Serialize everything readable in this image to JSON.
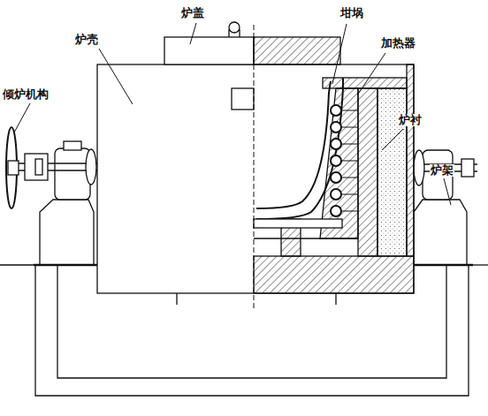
{
  "diagram": {
    "labels": [
      "炉盖",
      "坩埚",
      "炉壳",
      "加热器",
      "倾炉机构",
      "炉衬",
      "炉架"
    ]
  }
}
